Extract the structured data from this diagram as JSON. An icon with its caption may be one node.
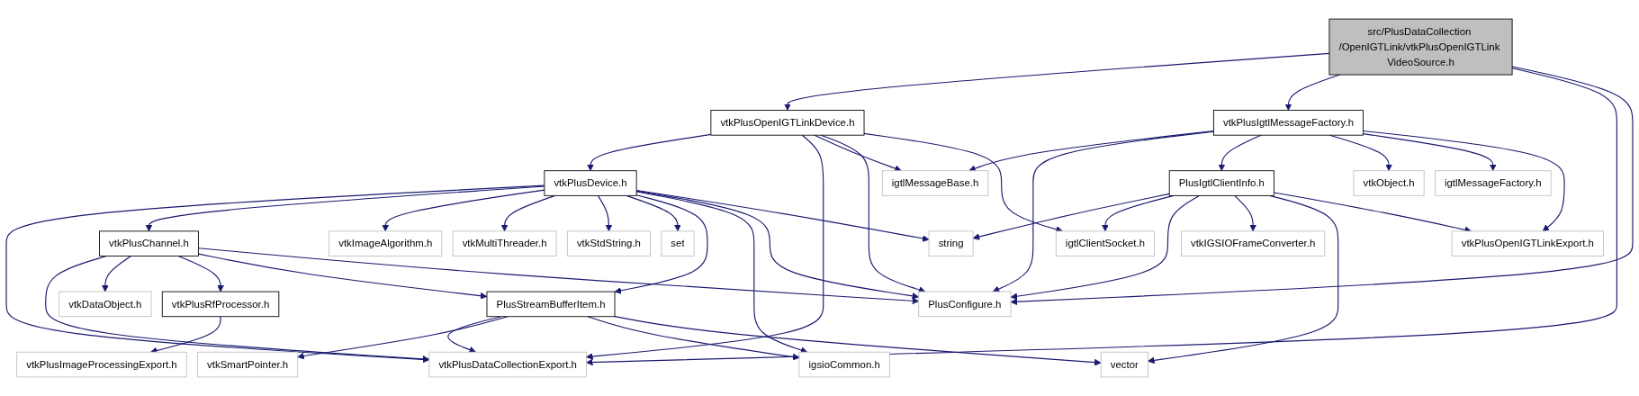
{
  "diagram": {
    "nodes": [
      {
        "text": [
          "src/PlusDataCollection /OpenIGTLink/vtkPlusOpenIGTLink VideoSource.h"
        ]
      },
      {
        "text": [
          "vtkPlusOpenIGTLinkDevice.h"
        ]
      },
      {
        "text": [
          "vtkPlusIgtlMessageFactory.h"
        ]
      },
      {
        "text": [
          "vtkPlusDevice.h"
        ]
      },
      {
        "text": [
          "igtlMessageBase.h"
        ]
      },
      {
        "text": [
          "PlusIgtlClientInfo.h"
        ]
      },
      {
        "text": [
          "vtkObject.h"
        ]
      },
      {
        "text": [
          "igtlMessageFactory.h"
        ]
      },
      {
        "text": [
          "vtkPlusChannel.h"
        ]
      },
      {
        "text": [
          "vtkImageAlgorithm.h"
        ]
      },
      {
        "text": [
          "vtkMultiThreader.h"
        ]
      },
      {
        "text": [
          "vtkStdString.h"
        ]
      },
      {
        "text": [
          "set"
        ]
      },
      {
        "text": [
          "string"
        ]
      },
      {
        "text": [
          "igtlClientSocket.h"
        ]
      },
      {
        "text": [
          "vtkIGSIOFrameConverter.h"
        ]
      },
      {
        "text": [
          "vtkPlusOpenIGTLinkExport.h"
        ]
      },
      {
        "text": [
          "vtkDataObject.h"
        ]
      },
      {
        "text": [
          "vtkPlusRfProcessor.h"
        ]
      },
      {
        "text": [
          "PlusStreamBufferItem.h"
        ]
      },
      {
        "text": [
          "PlusConfigure.h"
        ]
      },
      {
        "text": [
          "vtkPlusDataCollectionExport.h"
        ]
      },
      {
        "text": [
          "vtkPlusImageProcessingExport.h"
        ]
      },
      {
        "text": [
          "vtkSmartPointer.h"
        ]
      },
      {
        "text": [
          "igsioCommon.h"
        ]
      },
      {
        "text": [
          "vector"
        ]
      }
    ],
    "edges": [
      {
        "from": 0,
        "to": 1,
        "arrow": "to"
      },
      {
        "from": 0,
        "to": 2,
        "arrow": "to"
      },
      {
        "from": 0,
        "to": 21,
        "arrow": "to"
      },
      {
        "from": 0,
        "to": 20,
        "arrow": "to"
      },
      {
        "from": 1,
        "to": 3,
        "arrow": "to"
      },
      {
        "from": 1,
        "to": 21,
        "arrow": "to"
      },
      {
        "from": 1,
        "to": 4,
        "arrow": "to"
      },
      {
        "from": 1,
        "to": 20,
        "arrow": "to"
      },
      {
        "from": 1,
        "to": 14,
        "arrow": "to"
      },
      {
        "from": 2,
        "to": 4,
        "arrow": "to"
      },
      {
        "from": 2,
        "to": 20,
        "arrow": "to"
      },
      {
        "from": 2,
        "to": 5,
        "arrow": "to"
      },
      {
        "from": 2,
        "to": 6,
        "arrow": "to"
      },
      {
        "from": 2,
        "to": 7,
        "arrow": "to"
      },
      {
        "from": 2,
        "to": 16,
        "arrow": "to"
      },
      {
        "from": 3,
        "to": 21,
        "arrow": "to"
      },
      {
        "from": 3,
        "to": 8,
        "arrow": "to"
      },
      {
        "from": 3,
        "to": 9,
        "arrow": "to"
      },
      {
        "from": 3,
        "to": 10,
        "arrow": "to"
      },
      {
        "from": 3,
        "to": 11,
        "arrow": "to"
      },
      {
        "from": 3,
        "to": 12,
        "arrow": "to"
      },
      {
        "from": 3,
        "to": 19,
        "arrow": "to"
      },
      {
        "from": 3,
        "to": 24,
        "arrow": "to"
      },
      {
        "from": 3,
        "to": 20,
        "arrow": "to"
      },
      {
        "from": 3,
        "to": 13,
        "arrow": "to"
      },
      {
        "from": 5,
        "to": 13,
        "arrow": "to"
      },
      {
        "from": 5,
        "to": 14,
        "arrow": "to"
      },
      {
        "from": 5,
        "to": 20,
        "arrow": "to"
      },
      {
        "from": 5,
        "to": 15,
        "arrow": "to"
      },
      {
        "from": 5,
        "to": 25,
        "arrow": "to"
      },
      {
        "from": 5,
        "to": 16,
        "arrow": "to"
      },
      {
        "from": 8,
        "to": 21,
        "arrow": "to"
      },
      {
        "from": 8,
        "to": 17,
        "arrow": "to"
      },
      {
        "from": 8,
        "to": 18,
        "arrow": "to"
      },
      {
        "from": 8,
        "to": 19,
        "arrow": "to"
      },
      {
        "from": 8,
        "to": 20,
        "arrow": "to"
      },
      {
        "from": 18,
        "to": 22,
        "arrow": "to"
      },
      {
        "from": 19,
        "to": 21,
        "arrow": "to"
      },
      {
        "from": 19,
        "to": 23,
        "arrow": "to"
      },
      {
        "from": 19,
        "to": 24,
        "arrow": "to"
      },
      {
        "from": 19,
        "to": 25,
        "arrow": "to"
      }
    ]
  }
}
